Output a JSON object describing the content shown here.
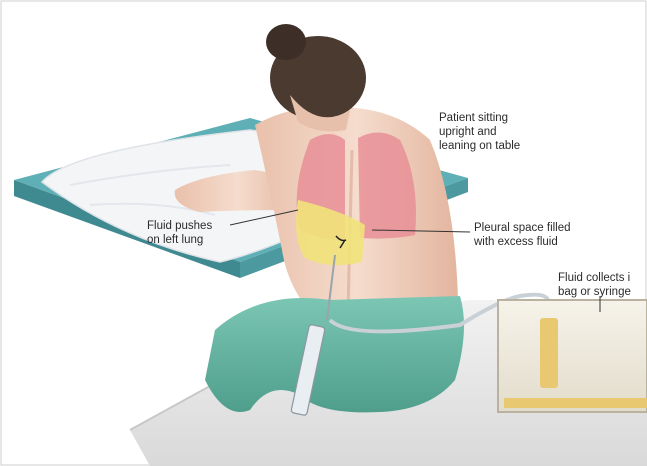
{
  "labels": {
    "patient_position": "Patient sitting\nupright and\nleaning on table",
    "fluid_pushes": "Fluid pushes\non left lung",
    "pleural_space": "Pleural space filled\nwith excess fluid",
    "fluid_collects": "Fluid collects i\nbag or syringe"
  },
  "colors": {
    "table_top": "#5fb0b6",
    "pillow": "#f4f5f7",
    "skin": "#f2d3c2",
    "hair": "#4a3a30",
    "lung": "#e88f96",
    "fluid": "#f1e27a",
    "pants": "#6ab8a6",
    "bag_fluid": "#e8c870"
  }
}
